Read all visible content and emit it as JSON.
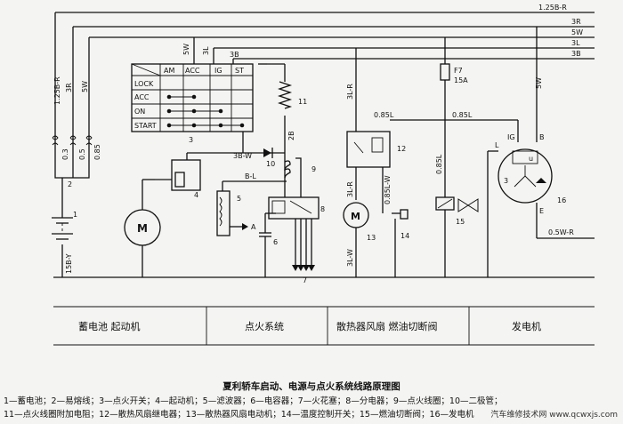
{
  "bus_labels": [
    "1.25B-R",
    "3R",
    "5W",
    "3L",
    "3B"
  ],
  "left_wire_labels": [
    "1.25B-R",
    "3R",
    "5W"
  ],
  "fuse_labels": [
    "0.3",
    "0.5",
    "0.85"
  ],
  "switch_wire_labels": [
    "5W",
    "3L",
    "3B"
  ],
  "switch_headers": [
    "AM",
    "ACC",
    "IG",
    "ST"
  ],
  "switch_rows": [
    "LOCK",
    "ACC",
    "ON",
    "START"
  ],
  "wire_labels": {
    "relay_out": "3B-W",
    "coil_feed": "2B",
    "dist_feed": "B-L",
    "fan_relay_feed": "3L-R",
    "fan_motor": "3L-R",
    "fan_motor_ground": "3L-W",
    "gen_feed_a": "0.85L",
    "gen_feed_b": "0.85L",
    "fuel_cut": "0.85L",
    "relay_switch": "0.85L-W",
    "gen_b": "5W",
    "gen_ground": "0.5W-R",
    "battery_ground": "15B-Y",
    "fuse_rating": "15A",
    "fuse_name": "F7"
  },
  "component_numbers": [
    "1",
    "2",
    "3",
    "4",
    "5",
    "6",
    "7",
    "8",
    "9",
    "10",
    "11",
    "12",
    "13",
    "14",
    "15",
    "16"
  ],
  "terminal_labels": {
    "arrow_a": "A",
    "gen_l": "L",
    "gen_ig": "IG",
    "gen_b": "B",
    "gen_e": "E",
    "gen_u": "u"
  },
  "motor_label": "M",
  "sections": [
    "蓄电池  起动机",
    "点火系统",
    "散热器风扇  燃油切断阀",
    "发电机"
  ],
  "caption": {
    "title": "夏利轿车启动、电源与点火系统线路原理图",
    "line1": "1—蓄电池；2—易熔线；3—点火开关；4—起动机；5—滤波器；6—电容器；7—火花塞；8—分电器；9—点火线圈；10—二极管；",
    "line2": "11—点火线圈附加电阻；12—散热风扇继电器；13—散热器风扇电动机；14—温度控制开关；15—燃油切断阀；16—发电机"
  },
  "watermark": "汽车维修技术网 www.qcwxjs.com"
}
